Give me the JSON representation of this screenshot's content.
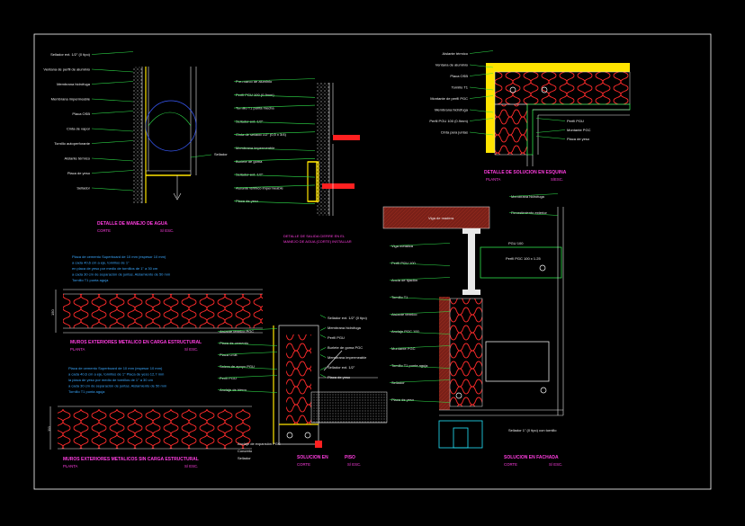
{
  "drawing": {
    "colors": {
      "background": "#000000",
      "frame": "#ffffff",
      "wall_line": "#e8e8e8",
      "insulation": "#ff3030",
      "steel": "#ffe400",
      "leader": "#2fe04a",
      "title": "#ff3de0",
      "note": "#3aa8ff",
      "timber": "#7a2018"
    }
  },
  "detail_water": {
    "labels": [
      "Sellador ext. 1/2\" (0 tipo)",
      "Ventana de perfil de aluminio",
      "Membrana hidrófuga",
      "Membrana impermeable",
      "Placa OSB",
      "Cinta de vapor",
      "Tornillo autoperforante",
      "Aislante térmico",
      "Placa de yeso",
      "Sellador"
    ],
    "side_label": "Sellador",
    "title": "DETALLE DE MANEJO DE AGUA",
    "subtitle_left": "CORTE",
    "subtitle_right": "S/ ESC."
  },
  "detail_window": {
    "labels": [
      "Pre-marco de aluminio",
      "Perfil PGU 100 (0.9mm)",
      "Tornillo T1 punta mecha",
      "Sellador ext. 1/2\"",
      "Cinta de sellado 1/2\" (0,5 x 3/4)",
      "Membrana impermeable",
      "Burlete de goma",
      "Sellador ext. 1/2\"",
      "Aislante térmico impermeable",
      "Placa de yeso"
    ],
    "title": "DETALLE DE SALIDA CIERRE EN EL",
    "title2": "MANEJO DE AGUA (CORTE) INSTALLAR"
  },
  "detail_corner": {
    "labels": [
      "Aislante térmico",
      "Ventana de aluminio",
      "Placa OSB",
      "Tornillo T1",
      "Montante de perfil PGC",
      "Membrana hidrófuga",
      "Perfil PGU 100 (0.9mm)",
      "Cinta para juntas"
    ],
    "right_labels": [
      "Perfil PGU",
      "Montante PGC",
      "Placa de yeso"
    ],
    "title": "DETALLE DE SOLUCION EN ESQUINA",
    "subtitle_left": "PLANTA",
    "subtitle_right": "S/ESC."
  },
  "wall_load": {
    "note": [
      "Placa de cemento Superboard de 10 mm (espesor 10 mm)",
      "a cada 40,6 cm a eje, tornillos de 1\"",
      "en placa de yeso por medio de tornillos de 1\" a 30 cm",
      "a cada 30 cm de separación de juntas. Aislamiento de 50 mm",
      "Tornillo T1 punta aguja"
    ],
    "dim": "150",
    "title": "MUROS EXTERIORES METALICO EN CARGA ESTRUCTURAL",
    "subtitle_left": "PLANTA",
    "subtitle_right": "S/ ESC."
  },
  "wall_noload": {
    "note": [
      "Placa de cemento Superboard de 10 mm (espesor 10 mm)",
      "a cada 40,6 cm a eje, tornillos de 1\" Placa de yeso 12,7 mm",
      "la placa de yeso por medio de tornillos de 1\" a 30 cm",
      "a cada 30 cm de separación de juntas. Aislamiento de 50 mm",
      "Tornillo T1 punta aguja"
    ],
    "dim": "111",
    "title": "MUROS EXTERIORES METALICOS SIN CARGA ESTRUCTURAL",
    "subtitle_left": "PLANTA",
    "subtitle_right": "S/ ESC."
  },
  "detail_base": {
    "left_labels": [
      "Aislante térmico PGC",
      "Placa de cemento",
      "Placa OSB",
      "Solera de apoyo PGU",
      "Perfil PGU",
      "Anclaje de hierro"
    ],
    "right_labels": [
      "Sellador ext. 1/2\" (0 tipo)",
      "Membrana hidrófuga",
      "Perfil PGU",
      "Burlete de goma PGC",
      "Membrana impermeable",
      "Sellador ext. 1/2\"",
      "Placa de yeso"
    ],
    "bottom_labels": [
      "Anclaje de expansión PGC",
      "Concreto",
      "Sellador"
    ],
    "title": "SOLUCION  EN",
    "title_right": "PISO",
    "subtitle_left": "CORTE",
    "subtitle_right": "S/ ESC."
  },
  "detail_facade": {
    "beam_label": "Viga de madera",
    "labels": [
      "Viga metálica",
      "Perfil PGU 100",
      "Ancla de fijación",
      "Tornillo T1",
      "Aislante térmico",
      "Anclaje PGC 100",
      "Montante PGC",
      "Tornillo T1 punta aguja",
      "Sellador",
      "Placa de yeso"
    ],
    "top_labels": [
      "Membrana hidrófuga",
      "Revestimiento exterior"
    ],
    "plate_label": "PGU 100",
    "box_label": "Perfil PGC 100 x 1.25",
    "bottom_label": "Sellador 1\" (0 tipo) con tornillo",
    "title": "SOLUCION  EN  FACHADA",
    "subtitle_left": "CORTE",
    "subtitle_right": "S/ ESC."
  }
}
